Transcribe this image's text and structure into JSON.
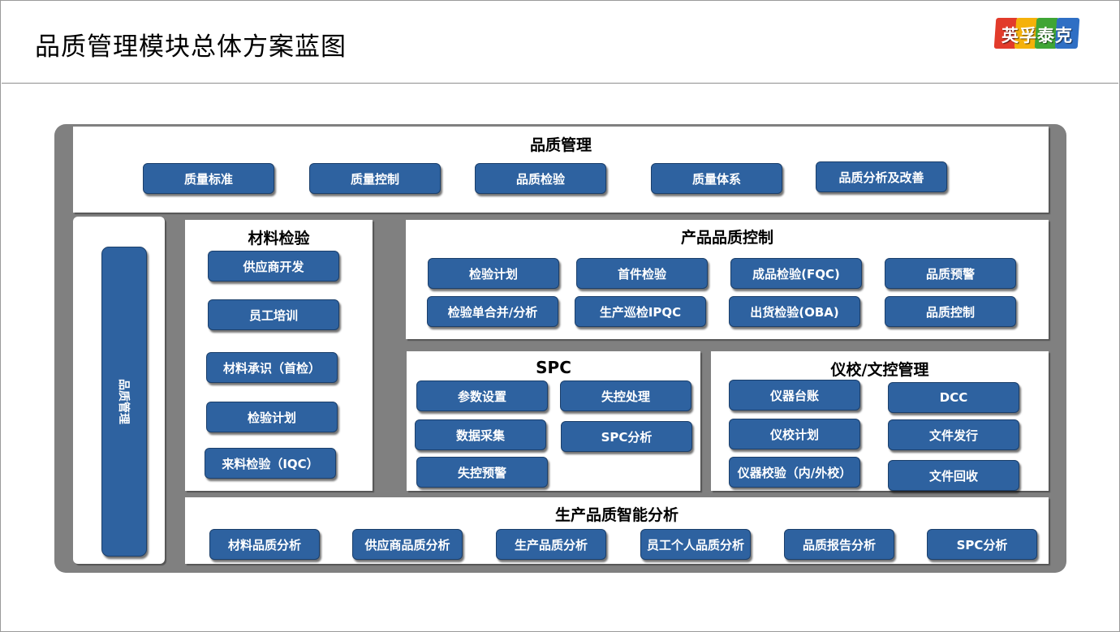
{
  "page": {
    "title": "品质管理模块总体方案蓝图"
  },
  "logo": {
    "text": "英孚泰克"
  },
  "sections": {
    "quality_mgmt": {
      "title": "品质管理",
      "buttons": [
        "质量标准",
        "质量控制",
        "品质检验",
        "质量体系",
        "品质分析及改善"
      ]
    },
    "side": {
      "label": "品质管理"
    },
    "material": {
      "title": "材料检验",
      "buttons": [
        "供应商开发",
        "员工培训",
        "材料承识（首检）",
        "检验计划",
        "来料检验（IQC）"
      ]
    },
    "product": {
      "title": "产品品质控制",
      "buttons": [
        "检验计划",
        "首件检验",
        "成品检验(FQC)",
        "品质预警",
        "检验单合并/分析",
        "生产巡检IPQC",
        "出货检验(OBA)",
        "品质控制"
      ]
    },
    "spc": {
      "title": "SPC",
      "buttons": [
        "参数设置",
        "失控处理",
        "数据采集",
        "SPC分析",
        "失控预警"
      ]
    },
    "instrument": {
      "title": "仪校/文控管理",
      "buttons": [
        "仪器台账",
        "DCC",
        "仪校计划",
        "文件发行",
        "仪器校验（内/外校）",
        "文件回收"
      ]
    },
    "analysis": {
      "title": "生产品质智能分析",
      "buttons": [
        "材料品质分析",
        "供应商品质分析",
        "生产品质分析",
        "员工个人品质分析",
        "品质报告分析",
        "SPC分析"
      ]
    }
  },
  "colors": {
    "button": "#2e62a0",
    "button_border": "#1b3f6b",
    "frame": "#808080"
  }
}
